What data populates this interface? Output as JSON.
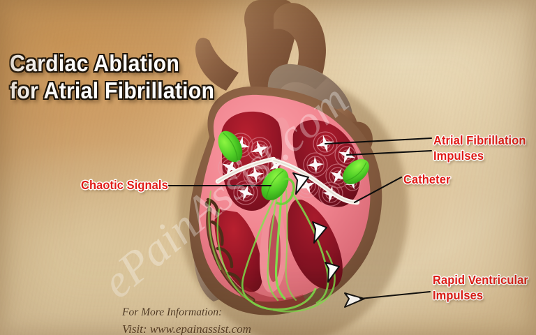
{
  "image": {
    "kind": "medical-infographic",
    "subject": "Cardiac Ablation for Atrial Fibrillation",
    "background_style": "aged parchment / vintage paper texture"
  },
  "title": {
    "line1": "Cardiac Ablation",
    "line2": "for Atrial Fibrillation"
  },
  "labels": {
    "atrial_fibrillation_impulses": {
      "line1": "Atrial Fibrillation",
      "line2": "Impulses"
    },
    "catheter": {
      "line1": "Catheter"
    },
    "rapid_ventricular_impulses": {
      "line1": "Rapid Ventricular",
      "line2": "Impulses"
    },
    "chaotic_signals": {
      "line1": "Chaotic Signals"
    }
  },
  "footer": {
    "line1": "For More Information:",
    "line2": "Visit: www.epainassist.com"
  },
  "watermark": {
    "text": "ePainAssist.com"
  },
  "colors": {
    "title_text": "#ffffff",
    "title_outline": "#1a1208",
    "label_text": "#e01b16",
    "label_outline": "#ffffff",
    "leader_line": "#0d0d0d",
    "footer_text": "#4a3520",
    "background_paper": "#ddbc8c",
    "background_paper_light": "#ecdcba",
    "heart_muscle_pink": "#f28a93",
    "heart_chamber_dark_red": "#8e1322",
    "heart_chamber_mid_red": "#b4192b",
    "great_vessel_brown": "#8e6347",
    "great_vessel_tan": "#9c8066",
    "ablation_lesion_green": "#4ec72a",
    "conduction_fiber_green": "#7de34a",
    "catheter_white": "#f7f4ee",
    "impulse_star_white": "#ffffff",
    "coronary_artery_brown": "#5a3420"
  },
  "anatomy": {
    "structures": [
      "aorta",
      "pulmonary artery",
      "superior vena cava",
      "inferior vena cava",
      "left atrium",
      "right atrium",
      "left ventricle",
      "right ventricle",
      "interventricular septum",
      "coronary arteries",
      "Purkinje conduction fibers"
    ],
    "ablation_lesions_count": 3,
    "impulse_starbursts_count": 13,
    "conduction_arrowheads_count": 4,
    "catheter_lines_count": 2
  }
}
